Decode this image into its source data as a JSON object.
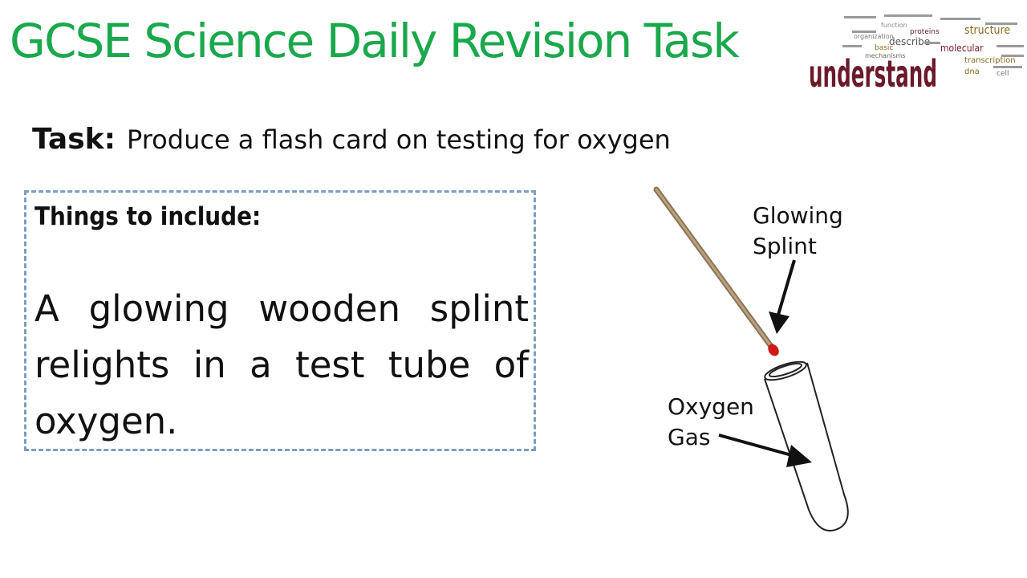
{
  "header": {
    "title": "GCSE Science Daily Revision Task"
  },
  "logo": {
    "main_word": "understand",
    "words": [
      "structure",
      "describe",
      "molecular",
      "transcription",
      "mechanisms",
      "basic",
      "proteins",
      "organization",
      "dna",
      "cell",
      "function"
    ]
  },
  "task": {
    "label": "Task:",
    "text": "Produce a flash card on testing for oxygen"
  },
  "include_box": {
    "heading": "Things to include:",
    "body": "A glowing wooden splint relights in a test tube of oxygen."
  },
  "diagram": {
    "splint_label_line1": "Glowing",
    "splint_label_line2": "Splint",
    "gas_label_line1": "Oxygen",
    "gas_label_line2": "Gas"
  },
  "colors": {
    "title": "#1aa84c",
    "box_border": "#7a9fbf",
    "splint": "#a08a6a",
    "ember": "#d01818",
    "logo_main": "#6a1a2a"
  }
}
